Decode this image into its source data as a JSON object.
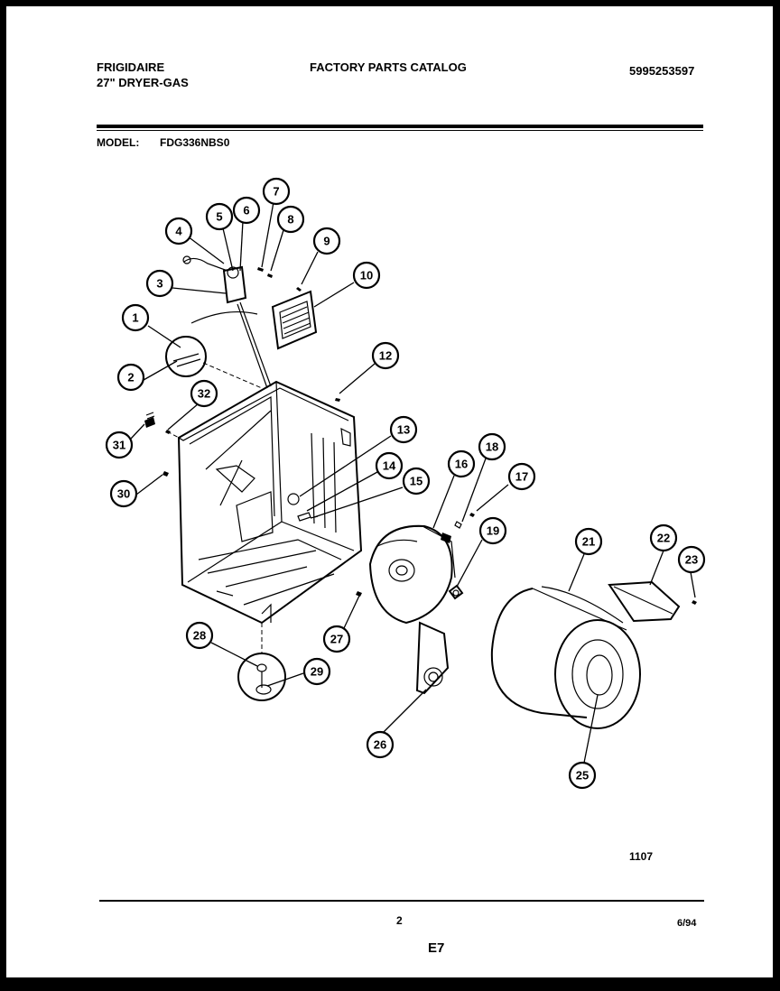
{
  "header": {
    "brand": "FRIGIDAIRE",
    "product": "27\" DRYER-GAS",
    "catalog_title": "FACTORY PARTS CATALOG",
    "catalog_number": "5995253597",
    "model_label": "MODEL:",
    "model_number": "FDG336NBS0"
  },
  "diagram": {
    "figure_code": "1107",
    "callouts": [
      "1",
      "2",
      "3",
      "4",
      "5",
      "6",
      "7",
      "8",
      "9",
      "10",
      "12",
      "13",
      "14",
      "15",
      "16",
      "17",
      "18",
      "19",
      "21",
      "22",
      "23",
      "25",
      "26",
      "27",
      "28",
      "29",
      "30",
      "31",
      "32"
    ]
  },
  "footer": {
    "page_number": "2",
    "date_code": "6/94",
    "section_code": "E7"
  }
}
